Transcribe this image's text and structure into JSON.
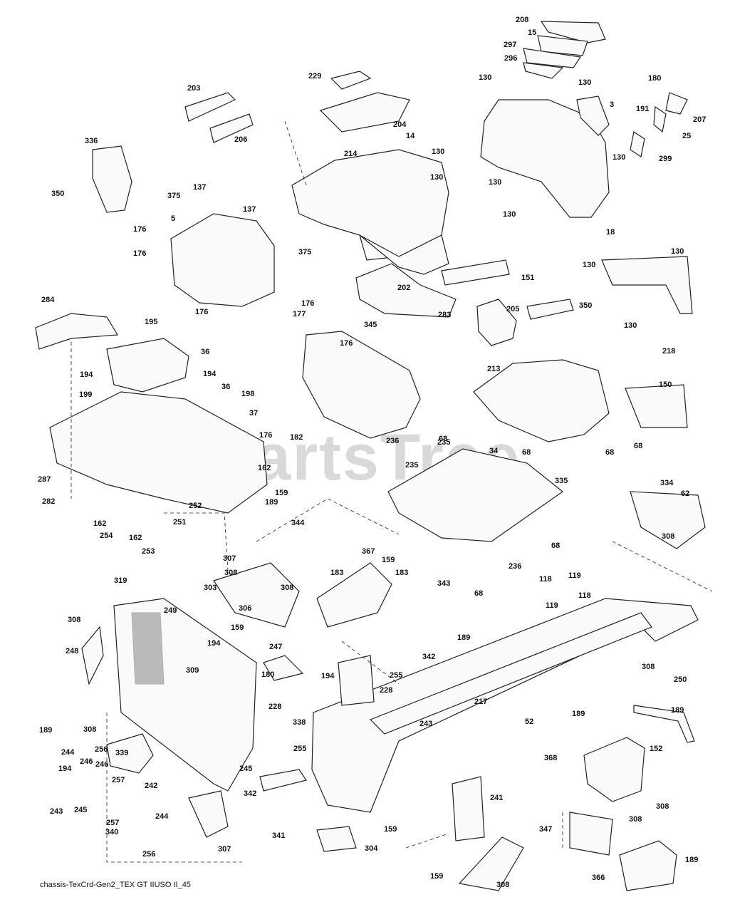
{
  "watermark": "PartsTree",
  "caption": "chassis-TexCrd-Gen2_TEX GT IIUSO II_45",
  "labels": [
    "208",
    "15",
    "297",
    "296",
    "130",
    "130",
    "180",
    "3",
    "191",
    "207",
    "25",
    "130",
    "299",
    "229",
    "204",
    "214",
    "14",
    "130",
    "130",
    "130",
    "130",
    "18",
    "203",
    "206",
    "336",
    "350",
    "375",
    "137",
    "137",
    "5",
    "176",
    "375",
    "176",
    "176",
    "176",
    "177",
    "202",
    "151",
    "130",
    "130",
    "130",
    "283",
    "284",
    "195",
    "36",
    "194",
    "36",
    "194",
    "198",
    "199",
    "37",
    "162",
    "287",
    "282",
    "162",
    "254",
    "162",
    "253",
    "252",
    "251",
    "189",
    "159",
    "344",
    "345",
    "176",
    "176",
    "182",
    "236",
    "235",
    "68",
    "34",
    "68",
    "235",
    "335",
    "205",
    "350",
    "213",
    "218",
    "150",
    "68",
    "68",
    "334",
    "62",
    "308",
    "307",
    "308",
    "303",
    "308",
    "306",
    "159",
    "367",
    "159",
    "183",
    "183",
    "68",
    "343",
    "236",
    "68",
    "118",
    "119",
    "118",
    "119",
    "308",
    "250",
    "319",
    "249",
    "308",
    "248",
    "194",
    "247",
    "309",
    "180",
    "228",
    "342",
    "189",
    "255",
    "194",
    "228",
    "217",
    "52",
    "189",
    "152",
    "189",
    "368",
    "308",
    "189",
    "308",
    "256",
    "339",
    "338",
    "255",
    "245",
    "243",
    "244",
    "246",
    "194",
    "246",
    "257",
    "242",
    "243",
    "245",
    "257",
    "244",
    "340",
    "256",
    "342",
    "159",
    "241",
    "347",
    "341",
    "304",
    "307",
    "308",
    "189",
    "366",
    "159",
    "308"
  ]
}
